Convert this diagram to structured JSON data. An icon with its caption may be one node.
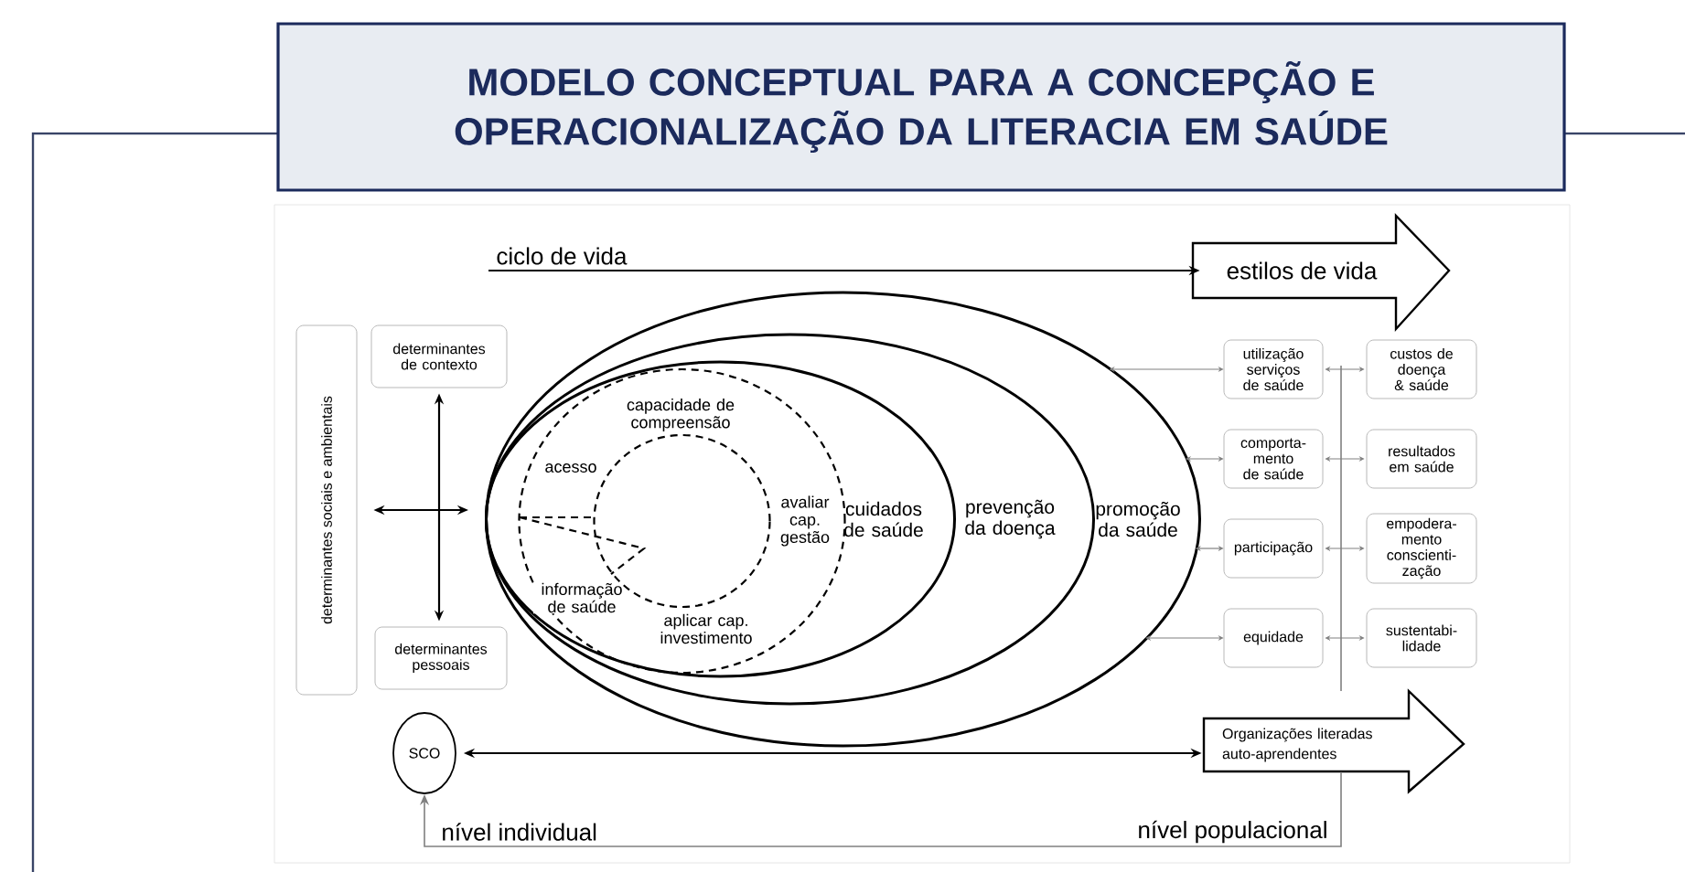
{
  "diagram": {
    "title": "MODELO CONCEPTUAL PARA A CONCEPÇÃO E OPERACIONALIZAÇÃO DA LITERACIA EM SAÚDE",
    "nodes": [
      {
        "text": [
          "determinantes sociais e ambientais"
        ]
      },
      {
        "text": [
          "determinantes de contexto"
        ]
      },
      {
        "text": [
          "determinantes pessoais"
        ]
      },
      {
        "text": [
          "SCO"
        ]
      },
      {
        "text": [
          "promoção da saúde"
        ]
      },
      {
        "text": [
          "prevenção da doença"
        ],
        "in": 4
      },
      {
        "text": [
          "cuidados de saúde"
        ],
        "in": 5
      },
      {
        "text": [
          "capacidade de compreensão",
          "acesso",
          "avaliar cap. gestão",
          "informação de saúde",
          "aplicar cap. investimento"
        ],
        "in": 6
      },
      {
        "text": [],
        "shape": "circle",
        "in": 7
      },
      {
        "text": [
          "estilos de vida"
        ]
      },
      {
        "text": [
          "utilização serviços de saúde"
        ]
      },
      {
        "text": [
          "comporta-mento de saúde"
        ]
      },
      {
        "text": [
          "participação"
        ]
      },
      {
        "text": [
          "equidade"
        ]
      },
      {
        "text": [
          "custos de doença & saúde"
        ]
      },
      {
        "text": [
          "resultados em saúde"
        ]
      },
      {
        "text": [
          "empodera-mento conscienti-zação"
        ]
      },
      {
        "text": [
          "sustentabi-lidade"
        ]
      },
      {
        "text": [
          "Organizações literadas auto-aprendentes"
        ]
      }
    ],
    "edges": [
      {
        "from": null,
        "to": 9,
        "arrow": "to",
        "label": "ciclo de vida",
        "color": "#000000"
      },
      {
        "from": 1,
        "to": 2,
        "arrow": "both",
        "color": "#000000"
      },
      {
        "from": 0,
        "to": 4,
        "arrow": "both",
        "color": "#000000"
      },
      {
        "from": 3,
        "to": 18,
        "arrow": "both",
        "color": "#000000"
      },
      {
        "from": 18,
        "to": 3,
        "arrow": "to"
      },
      {
        "from": 4,
        "to": 10,
        "arrow": "both"
      },
      {
        "from": 4,
        "to": 11,
        "arrow": "both"
      },
      {
        "from": 4,
        "to": 12,
        "arrow": "both"
      },
      {
        "from": 4,
        "to": 13,
        "arrow": "both"
      },
      {
        "from": 10,
        "to": 14,
        "arrow": "both"
      },
      {
        "from": 11,
        "to": 15,
        "arrow": "both"
      },
      {
        "from": 12,
        "to": 16,
        "arrow": "both"
      },
      {
        "from": 13,
        "to": 17,
        "arrow": "both"
      }
    ],
    "labels": [
      "nível individual",
      "nível populacional"
    ]
  }
}
